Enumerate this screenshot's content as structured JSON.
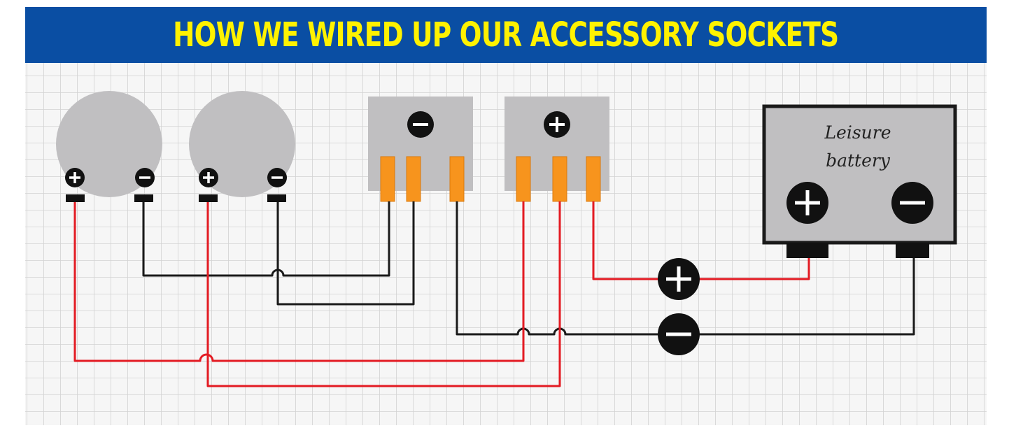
{
  "title": "HOW WE WIRED UP OUR ACCESSORY SOCKETS",
  "battery_label": [
    "Leisure",
    "battery"
  ],
  "colors": {
    "banner": "#0a4ea3",
    "title": "#fff200",
    "grid": "#d4d4d4",
    "component": "#c0bfc1",
    "terminal": "#f7941d",
    "positive_wire": "#e31b23",
    "negative_wire": "#1a1a1a"
  },
  "icons": {
    "positive": "plus-circle-icon",
    "negative": "minus-circle-icon"
  }
}
